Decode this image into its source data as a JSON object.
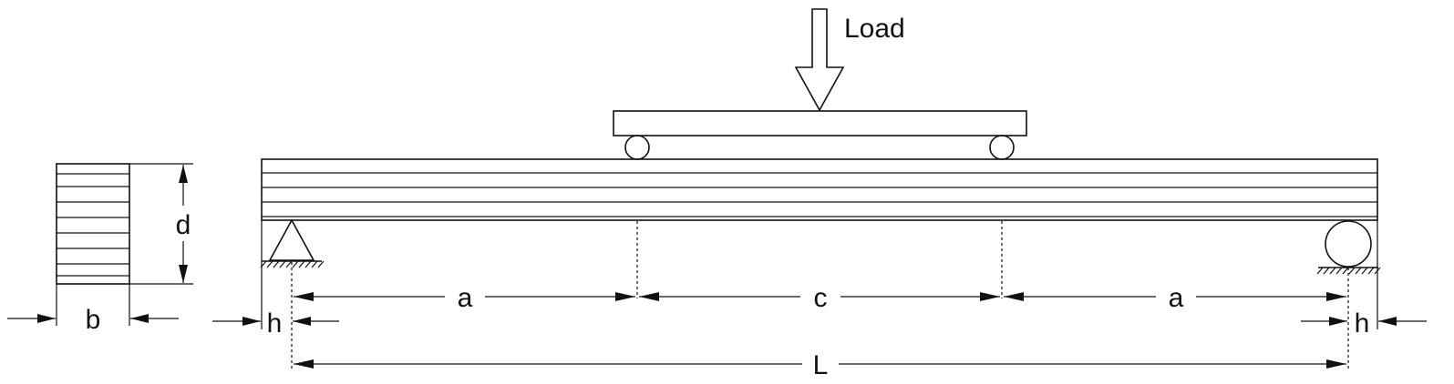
{
  "labels": {
    "load": "Load",
    "a_left": "a",
    "c": "c",
    "a_right": "a",
    "d": "d",
    "b": "b",
    "h_left": "h",
    "h_right": "h",
    "L": "L"
  }
}
